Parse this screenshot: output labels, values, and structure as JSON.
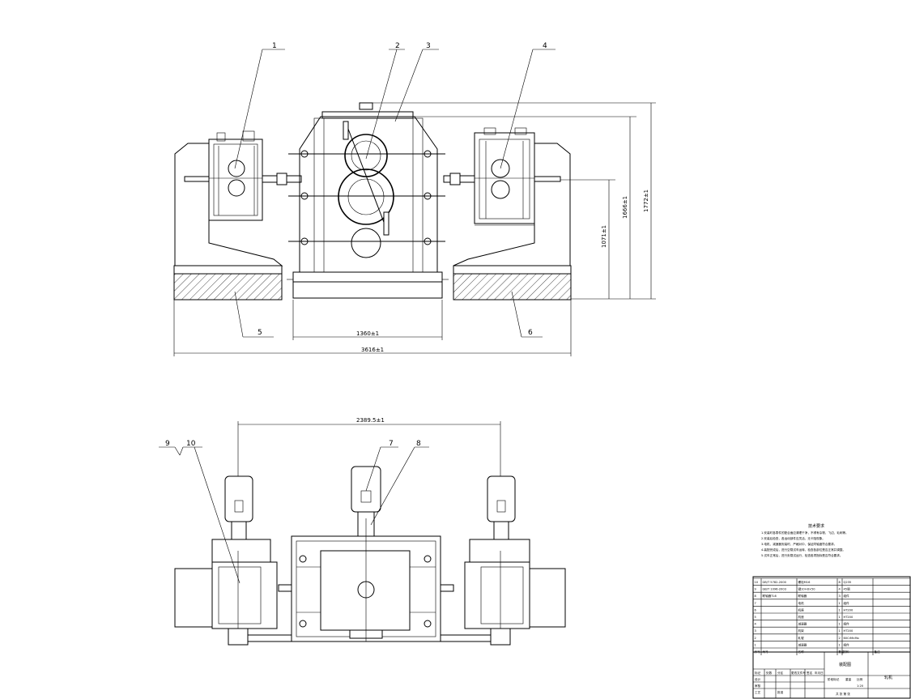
{
  "front_view": {
    "callouts": [
      "1",
      "2",
      "3",
      "4",
      "5",
      "6"
    ],
    "dim_1360": "1360±1",
    "dim_3616": "3616±1",
    "dim_1071": "1071±1",
    "dim_1666": "1666±1",
    "dim_1772": "1772±1"
  },
  "top_view": {
    "callouts": [
      "7",
      "8",
      "9",
      "10"
    ],
    "dim_2389": "2389.5±1"
  },
  "notes": {
    "title": "技术要求",
    "lines": [
      "1.安装时各零件的配合面应清理干净，不得有杂物、飞边、毛刺等。",
      "2.安装后检查，各运动部件应灵活，无卡阻现象。",
      "3.电机、减速器安装时，严格对中，保证同轴度符合要求。",
      "4.装配完成后，进行空载试车运转，检查各部位是否正常并调整。",
      "5.试车正常后，进行负载试运行，检查各项指标是否符合要求。"
    ]
  },
  "title_block": {
    "assembly_name": "装配图",
    "rows": [
      {
        "n": "10",
        "code": "GB/T 5782-2000",
        "name": "螺栓M16",
        "qty": "8",
        "mat": "Q235"
      },
      {
        "n": "9",
        "code": "GB/T 1096-2003",
        "name": "键10×8×50",
        "qty": "4",
        "mat": "45钢"
      },
      {
        "n": "8",
        "code": "联轴器TL6",
        "name": "联轴器",
        "qty": "3",
        "mat": "组件"
      },
      {
        "n": "7",
        "code": "",
        "name": "电机",
        "qty": "1",
        "mat": "组件"
      },
      {
        "n": "6",
        "code": "",
        "name": "机座",
        "qty": "1",
        "mat": "HT200"
      },
      {
        "n": "5",
        "code": "",
        "name": "机座",
        "qty": "1",
        "mat": "HT200"
      },
      {
        "n": "4",
        "code": "",
        "name": "减速器",
        "qty": "1",
        "mat": "组件"
      },
      {
        "n": "3",
        "code": "",
        "name": "机架",
        "qty": "1",
        "mat": "HT200"
      },
      {
        "n": "2",
        "code": "",
        "name": "轧辊",
        "qty": "2",
        "mat": "60CrMnMo"
      },
      {
        "n": "1",
        "code": "",
        "name": "减速器",
        "qty": "1",
        "mat": "组件"
      }
    ],
    "header": [
      "序号",
      "代号",
      "名称",
      "数量",
      "材料",
      "备注"
    ],
    "sign_labels": [
      "标记",
      "处数",
      "分区",
      "更改文件号",
      "签名",
      "年月日"
    ],
    "design_label": "设计",
    "review_label": "审核",
    "process_label": "工艺",
    "approve_label": "批准",
    "stage_label": "阶段标记",
    "weight_label": "重量",
    "scale_label": "比例",
    "scale_value": "1:20",
    "sheet_label": "共 张 第 张",
    "drawing_no": "轧机"
  }
}
